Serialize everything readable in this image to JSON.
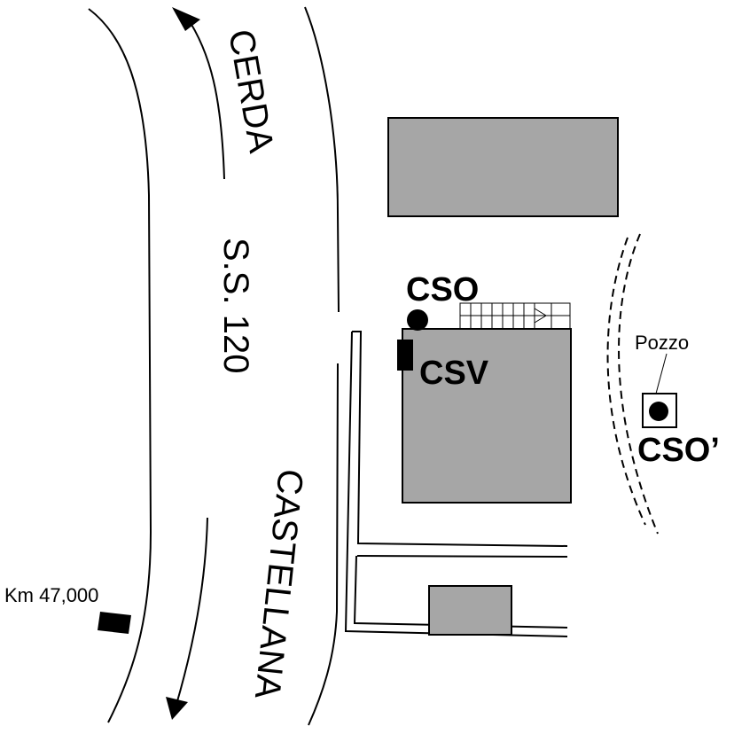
{
  "roads": {
    "upper_label": "CERDA",
    "middle_label": "S.S. 120",
    "lower_label": "CASTELLANA"
  },
  "points": {
    "cso": "CSO",
    "csv": "CSV",
    "cso_prime": "CSO’",
    "well": "Pozzo",
    "km_marker": "Km 47,000"
  },
  "colors": {
    "building_fill": "#a6a6a6",
    "line": "#000000"
  }
}
